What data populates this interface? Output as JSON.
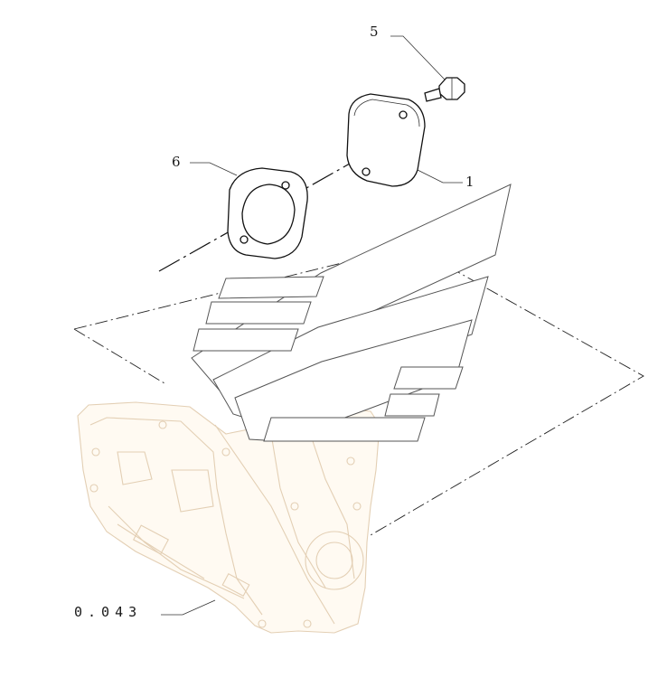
{
  "callouts": {
    "bolt": "5",
    "gasket": "6",
    "cover": "1",
    "housing_ref": "0.043"
  },
  "colors": {
    "line": "#111111",
    "faded_background": "#e3cfb4",
    "logo_outline": "#555555"
  }
}
